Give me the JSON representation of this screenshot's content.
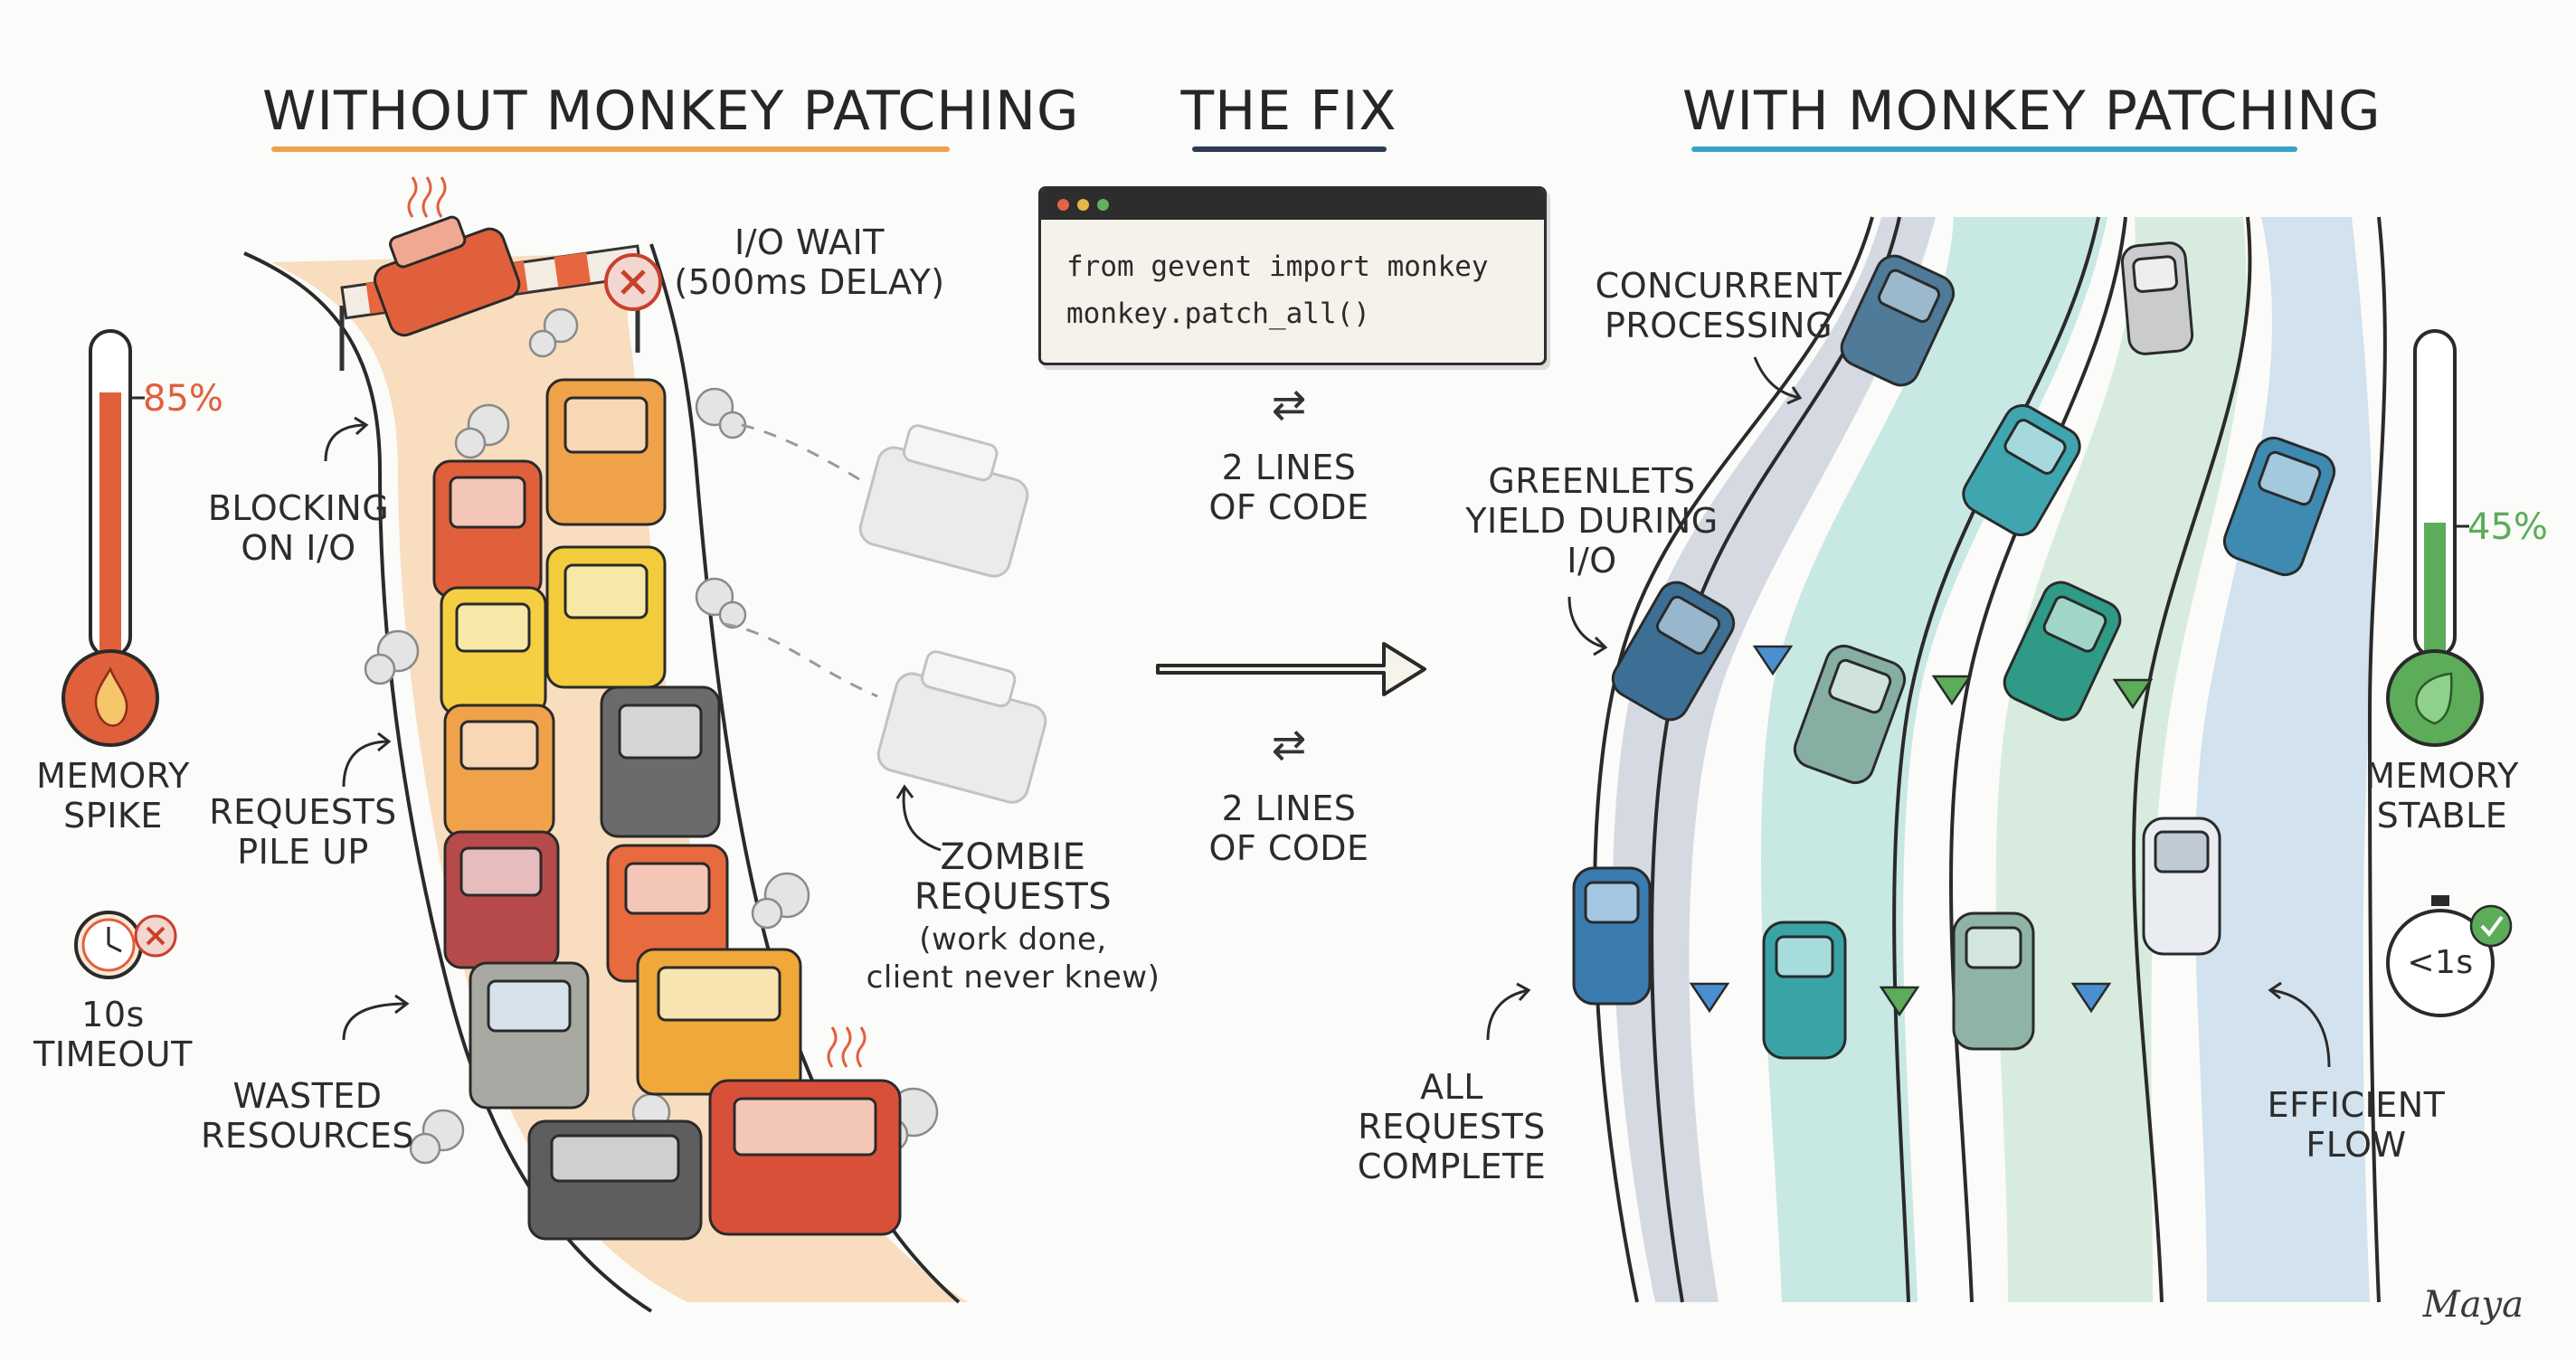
{
  "titles": {
    "without": "WITHOUT MONKEY PATCHING",
    "fix": "THE FIX",
    "with": "WITH MONKEY PATCHING"
  },
  "colors": {
    "without_accent": "#f0a24a",
    "fix_accent": "#2e3b52",
    "with_accent": "#3aa3c9",
    "hot": "#e0603c",
    "good": "#5cac5a",
    "road_warm": "#f7d7b4",
    "lane_gray": "#d5d9e2",
    "lane_teal": "#c8e8e3",
    "lane_mint": "#d7ecdf",
    "lane_blue": "#d2e2ee"
  },
  "left": {
    "memory_pct": "85%",
    "memory_level": 0.85,
    "memory_label": [
      "MEMORY",
      "SPIKE"
    ],
    "timeout_label": [
      "10s",
      "TIMEOUT"
    ],
    "io_wait": [
      "I/O WAIT",
      "(500ms DELAY)"
    ],
    "blocking": [
      "BLOCKING",
      "ON I/O"
    ],
    "pile_up": [
      "REQUESTS",
      "PILE UP"
    ],
    "wasted": [
      "WASTED",
      "RESOURCES"
    ],
    "zombie": [
      "ZOMBIE",
      "REQUESTS"
    ],
    "zombie_note": [
      "(work done,",
      "client never knew)"
    ],
    "icons": [
      "thermometer-hot-icon",
      "flame-icon",
      "clock-icon",
      "error-x-icon",
      "barrier-icon",
      "smoke-icon",
      "car-icon",
      "ghost-car-icon"
    ]
  },
  "fix": {
    "code_lines": [
      "from gevent import monkey",
      "monkey.patch_all()"
    ],
    "swap_icon": "⇄",
    "lines_of_code": [
      "2 LINES",
      "OF CODE"
    ]
  },
  "right": {
    "memory_pct": "45%",
    "memory_level": 0.45,
    "memory_label": [
      "MEMORY",
      "STABLE"
    ],
    "timer_label": "<1s",
    "concurrent": [
      "CONCURRENT",
      "PROCESSING"
    ],
    "greenlets": [
      "GREENLETS",
      "YIELD DURING",
      "I/O"
    ],
    "all_complete": [
      "ALL",
      "REQUESTS",
      "COMPLETE"
    ],
    "efficient": [
      "EFFICIENT",
      "FLOW"
    ],
    "icons": [
      "thermometer-stable-icon",
      "leaf-icon",
      "stopwatch-icon",
      "check-icon",
      "yield-triangle-icon",
      "car-icon"
    ]
  },
  "signature": "Maya"
}
